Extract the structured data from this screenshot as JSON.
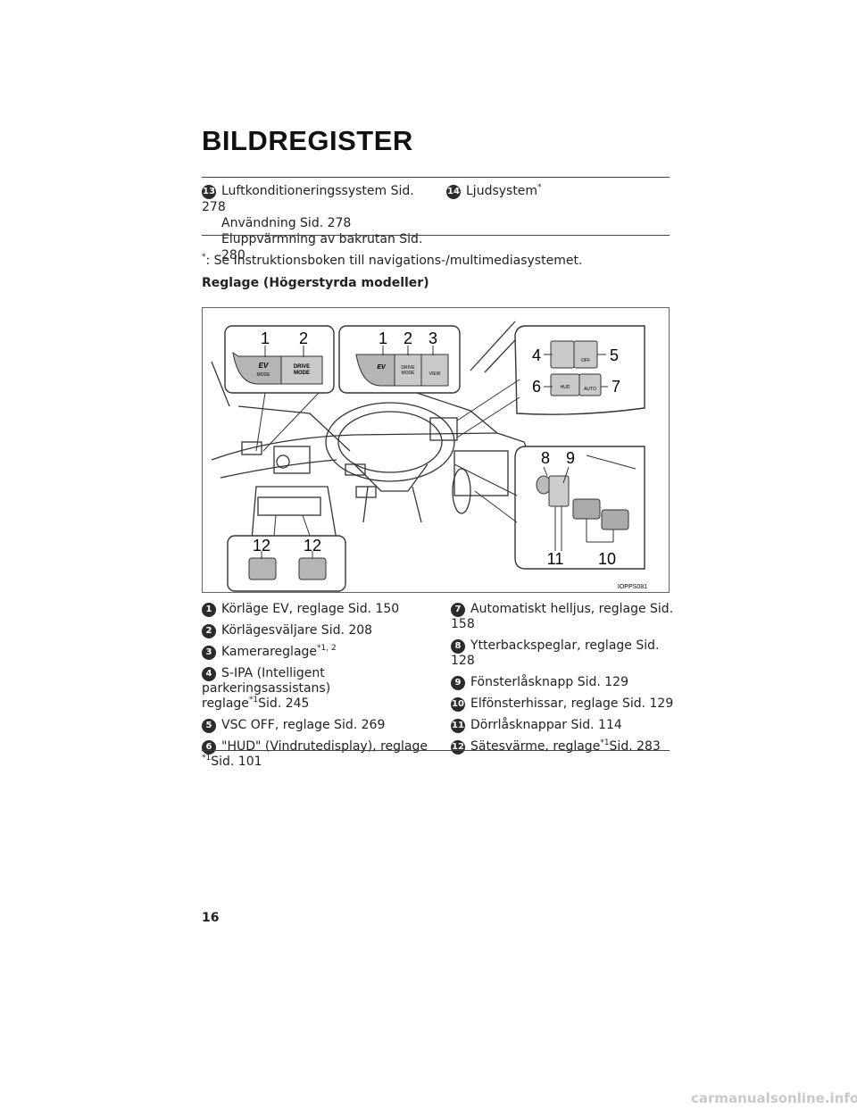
{
  "page": {
    "title": "BILDREGISTER",
    "page_number": "16",
    "watermark": "carmanualsonline.info"
  },
  "top_items": {
    "item13": {
      "num": "13",
      "label": "Luftkonditioneringssystem Sid. 278",
      "sub1": "Användning Sid. 278",
      "sub2": "Eluppvärmning av bakrutan Sid. 280"
    },
    "item14": {
      "num": "14",
      "label": "Ljudsystem",
      "sup": "*"
    }
  },
  "footnote": {
    "mark": "*",
    "text": ": Se Instruktionsboken till navigations-/multimediasystemet."
  },
  "section_heading": "Reglage (Högerstyrda modeller)",
  "figure": {
    "code": "IOPPS081",
    "panel_labels": {
      "ev": "EV",
      "mode": "MODE",
      "drive": "DRIVE",
      "view": "VIEW",
      "hud": "HUD",
      "auto": "AUTO",
      "off": "OFF"
    },
    "callouts": {
      "c1a": "1",
      "c2a": "2",
      "c1b": "1",
      "c2b": "2",
      "c3": "3",
      "c4": "4",
      "c5": "5",
      "c6": "6",
      "c7": "7",
      "c8": "8",
      "c9": "9",
      "c10": "10",
      "c11": "11",
      "c12a": "12",
      "c12b": "12"
    }
  },
  "legend": {
    "i1": {
      "num": "1",
      "text": "Körläge EV, reglage Sid. 150"
    },
    "i2": {
      "num": "2",
      "text": "Körlägesväljare Sid. 208"
    },
    "i3": {
      "num": "3",
      "text": "Kamerareglage",
      "sup": "*1, 2"
    },
    "i4": {
      "num": "4",
      "text": "S-IPA (Intelligent parkeringsassistans)",
      "text2": "reglage",
      "sup": "*1",
      "page": "Sid. 245"
    },
    "i5": {
      "num": "5",
      "text": "VSC OFF, reglage Sid. 269"
    },
    "i6": {
      "num": "6",
      "text": "\"HUD\" (Vindrutedisplay), reglage",
      "sup": "*1",
      "page": "Sid. 101"
    },
    "i7": {
      "num": "7",
      "text": "Automatiskt helljus, reglage Sid. 158"
    },
    "i8": {
      "num": "8",
      "text": "Ytterbackspeglar, reglage Sid. 128"
    },
    "i9": {
      "num": "9",
      "text": "Fönsterlåsknapp Sid. 129"
    },
    "i10": {
      "num": "10",
      "text": "Elfönsterhissar, reglage Sid. 129"
    },
    "i11": {
      "num": "11",
      "text": "Dörrlåsknappar Sid. 114"
    },
    "i12": {
      "num": "12",
      "text": "Sätesvärme, reglage",
      "sup": "*1",
      "page": "Sid. 283"
    }
  },
  "colors": {
    "text": "#222222",
    "badge": "#2b2b2b",
    "rule": "#444444",
    "button_fill": "#b5b5b5",
    "line_art": "#333333"
  }
}
